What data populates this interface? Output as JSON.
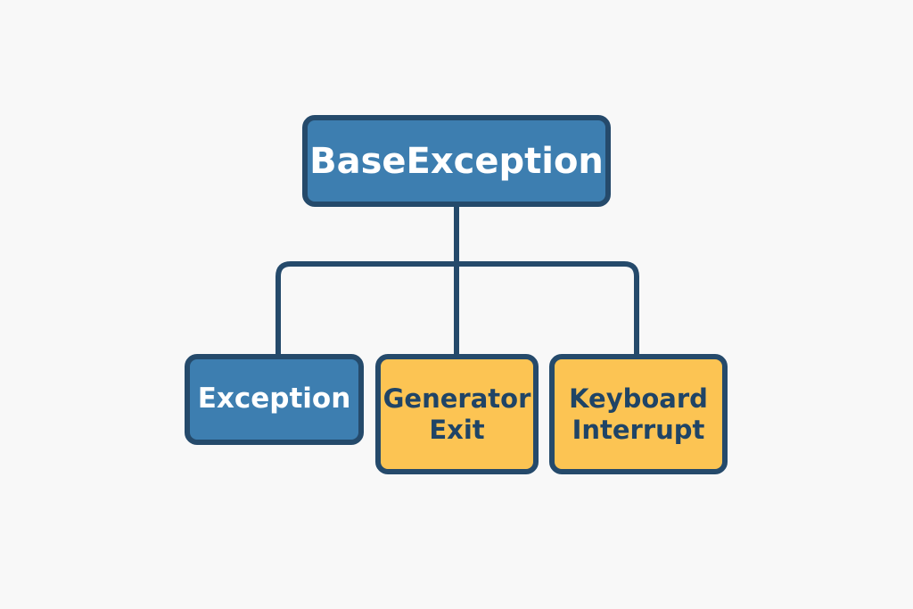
{
  "diagram": {
    "root": {
      "label": "BaseException"
    },
    "children": [
      {
        "label": "Exception"
      },
      {
        "label": "Generator\nExit"
      },
      {
        "label": "Keyboard\nInterrupt"
      }
    ]
  },
  "colors": {
    "blue_fill": "#3d7eb0",
    "yellow_fill": "#fcc453",
    "border": "#254a6b",
    "background": "#f8f8f8"
  }
}
